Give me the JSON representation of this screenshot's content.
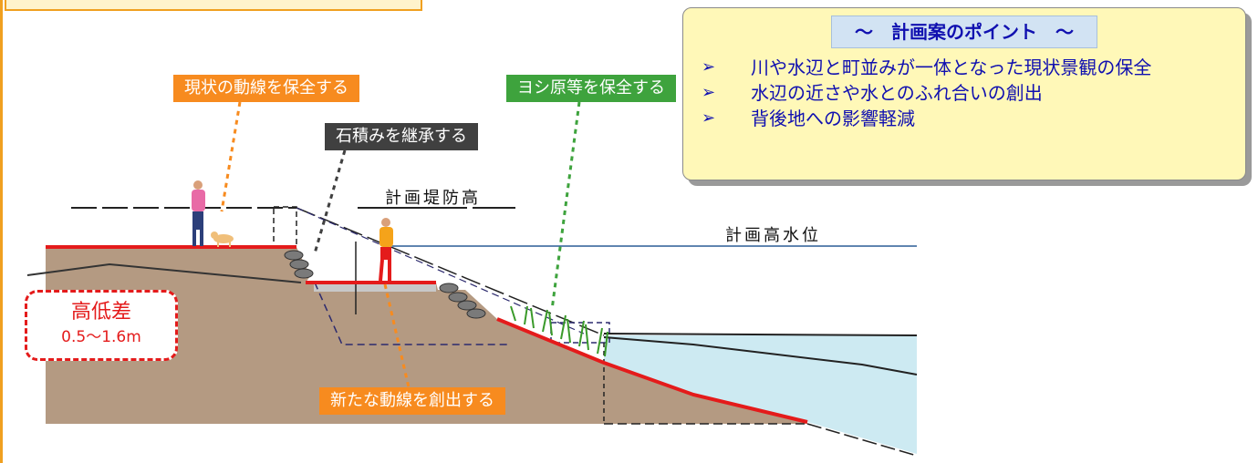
{
  "labels": {
    "keep_route": "現状の動線を保全する",
    "stone_wall": "石積みを継承する",
    "reed_bed": "ヨシ原等を保全する",
    "new_route": "新たな動線を創出する",
    "levee_height": "計画堤防高",
    "high_water": "計画高水位"
  },
  "height_diff": {
    "title": "高低差",
    "range": "0.5～1.6m"
  },
  "points": {
    "title": "～　計画案のポイント　～",
    "items": [
      "川や水辺と町並みが一体となった現状景観の保全",
      "水辺の近さや水とのふれ合いの創出",
      "背後地への影響軽減"
    ]
  },
  "icons": {
    "bullet": "chevron-right-arrow"
  },
  "colors": {
    "ground": "#b49a82",
    "water": "#cdeaf2",
    "route_red": "#e41b1b",
    "accent_orange": "#f78b1f",
    "accent_green": "#3ea33d",
    "tag_dark": "#404040",
    "points_text": "#1010b0",
    "points_bg": "#fff8b8"
  }
}
